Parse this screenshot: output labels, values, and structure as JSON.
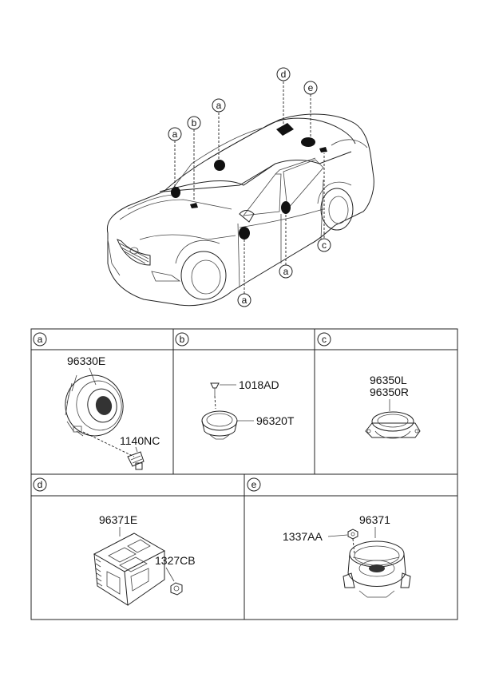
{
  "callouts": {
    "car_a1": "a",
    "car_b": "b",
    "car_a2": "a",
    "car_d": "d",
    "car_e": "e",
    "car_c": "c",
    "car_a3": "a",
    "car_a4": "a"
  },
  "panels": {
    "a": {
      "tag": "a",
      "parts": {
        "speaker": "96330E",
        "screw": "1140NC"
      }
    },
    "b": {
      "tag": "b",
      "parts": {
        "screw": "1018AD",
        "tweeter": "96320T"
      }
    },
    "c": {
      "tag": "c",
      "parts": {
        "left": "96350L",
        "right": "96350R"
      }
    },
    "d": {
      "tag": "d",
      "parts": {
        "amp": "96371E",
        "nut": "1327CB"
      }
    },
    "e": {
      "tag": "e",
      "parts": {
        "woofer": "96371",
        "nut": "1337AA"
      }
    }
  },
  "icons": {
    "car": "car-icon",
    "speaker": "speaker-icon",
    "tweeter": "tweeter-icon",
    "amplifier": "amplifier-icon",
    "woofer": "woofer-icon",
    "screw": "screw-icon",
    "nut": "nut-icon"
  }
}
